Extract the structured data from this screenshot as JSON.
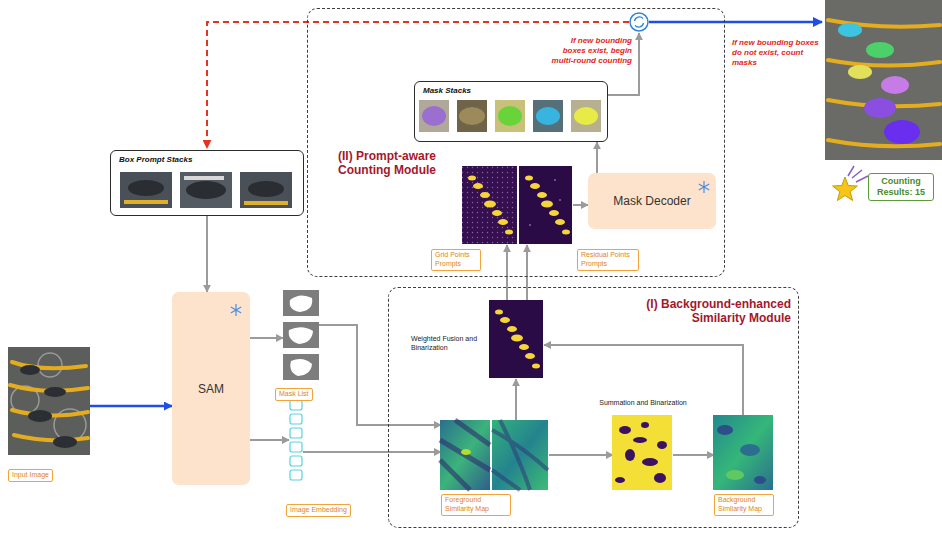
{
  "diagram": {
    "nodes": [
      {
        "text": [
          "(II) Prompt-aware Counting Module"
        ]
      },
      {
        "text": [
          "Mask Stacks"
        ],
        "in": 0
      },
      {
        "text": [
          "Grid Points Prompts"
        ],
        "in": 0
      },
      {
        "text": [
          "Residual Points Prompts"
        ],
        "in": 0
      },
      {
        "text": [
          "Mask Decoder"
        ],
        "in": 0
      },
      {
        "text": [
          "Counting Results: 15"
        ]
      },
      {
        "text": [
          "Box Prompt Stacks"
        ]
      },
      {
        "text": [
          "SAM"
        ]
      },
      {
        "text": [
          "Mask List"
        ]
      },
      {
        "text": [
          "Image Embedding"
        ]
      },
      {
        "text": [
          "Input Image"
        ]
      },
      {
        "text": [
          "(I) Background-enhanced Similarity Module"
        ]
      },
      {
        "text": [
          "Weighted Fusion and Binarization"
        ],
        "in": 11
      },
      {
        "text": [
          "Foreground Similarity Map"
        ],
        "in": 11
      },
      {
        "text": [
          "Summation and Binarization"
        ],
        "in": 11
      },
      {
        "text": [
          "Background Similarity Map"
        ],
        "in": 11
      }
    ],
    "edges": [
      {
        "from": 10,
        "to": 7,
        "arrow": "to"
      },
      {
        "from": 6,
        "to": 7,
        "arrow": "to"
      },
      {
        "from": 7,
        "to": 8,
        "arrow": "to"
      },
      {
        "from": 7,
        "to": 9,
        "arrow": "to"
      },
      {
        "from": 8,
        "to": 13,
        "arrow": "to"
      },
      {
        "from": 9,
        "to": 13,
        "arrow": "to"
      },
      {
        "from": 13,
        "to": 14,
        "arrow": "to"
      },
      {
        "from": 14,
        "to": 15,
        "arrow": "to"
      },
      {
        "from": 15,
        "to": 12,
        "arrow": "to"
      },
      {
        "from": 13,
        "to": 12,
        "arrow": "to"
      },
      {
        "from": 12,
        "to": 2,
        "arrow": "to"
      },
      {
        "from": 12,
        "to": 3,
        "arrow": "to"
      },
      {
        "from": 3,
        "to": 4,
        "arrow": "to"
      },
      {
        "from": 4,
        "to": 1,
        "arrow": "to"
      }
    ],
    "labels": [
      "If new bounding boxes exist, begin multi-round counting",
      "If new bounding boxes do not exist, count masks"
    ]
  }
}
